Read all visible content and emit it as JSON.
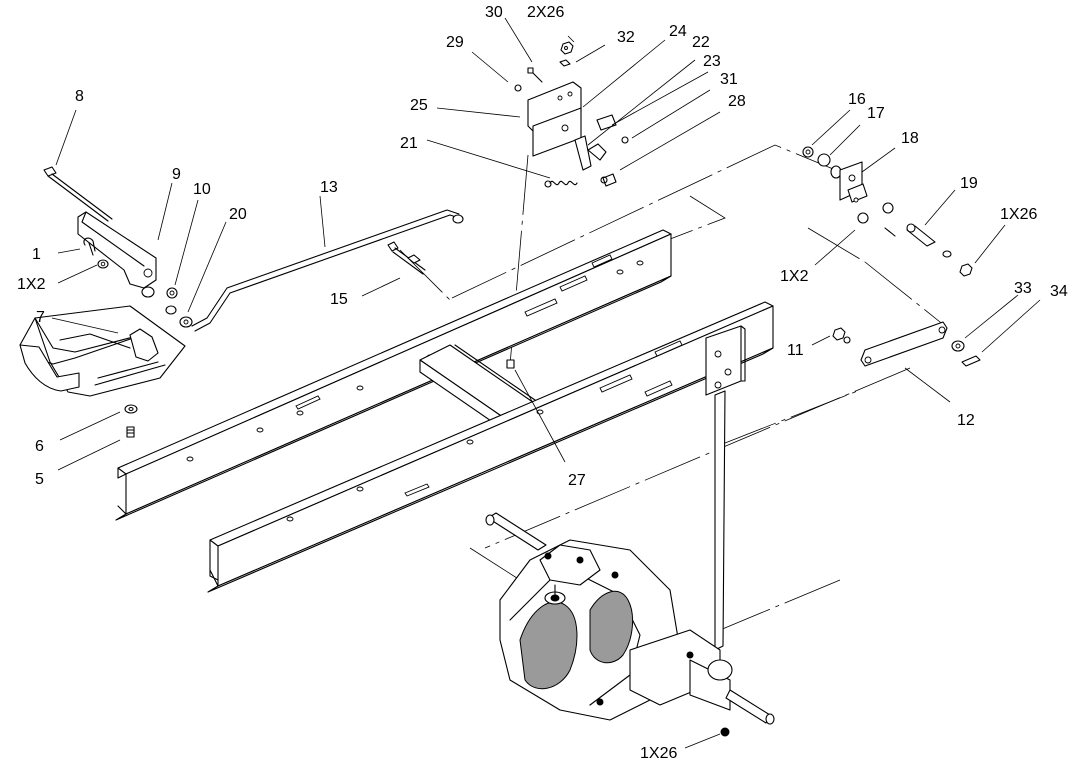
{
  "callouts": {
    "c8": "8",
    "c9": "9",
    "c10": "10",
    "c1": "1",
    "c20": "20",
    "c1x2_left": "1X2",
    "c7": "7",
    "c13": "13",
    "c15": "15",
    "c6": "6",
    "c5": "5",
    "c30": "30",
    "c2x26": "2X26",
    "c32": "32",
    "c24": "24",
    "c22": "22",
    "c29": "29",
    "c23": "23",
    "c25": "25",
    "c31": "31",
    "c28": "28",
    "c21": "21",
    "c16": "16",
    "c17": "17",
    "c18": "18",
    "c19": "19",
    "c1x26_right": "1X26",
    "c1x2_right": "1X2",
    "c33": "33",
    "c34": "34",
    "c11": "11",
    "c12": "12",
    "c27": "27",
    "c1x26_bottom": "1X26"
  }
}
